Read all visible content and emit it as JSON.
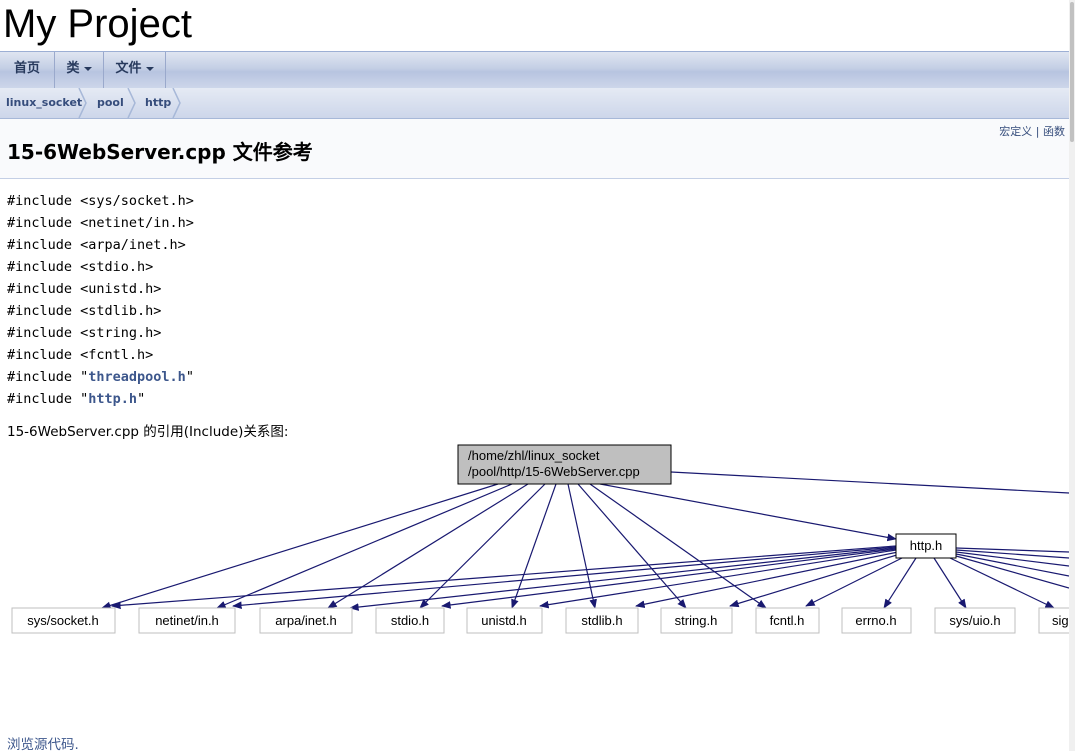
{
  "project": {
    "name": "My Project"
  },
  "navbar": {
    "items": [
      {
        "label": "首页"
      },
      {
        "label": "类"
      },
      {
        "label": "文件"
      }
    ]
  },
  "breadcrumb": [
    "linux_socket",
    "pool",
    "http"
  ],
  "summary": {
    "macros": "宏定义",
    "separator": "|",
    "functions": "函数"
  },
  "page_title": "15-6WebServer.cpp 文件参考",
  "includes": [
    {
      "prefix": "#include <sys/socket.h>",
      "link": "",
      "suffix": ""
    },
    {
      "prefix": "#include <netinet/in.h>",
      "link": "",
      "suffix": ""
    },
    {
      "prefix": "#include <arpa/inet.h>",
      "link": "",
      "suffix": ""
    },
    {
      "prefix": "#include <stdio.h>",
      "link": "",
      "suffix": ""
    },
    {
      "prefix": "#include <unistd.h>",
      "link": "",
      "suffix": ""
    },
    {
      "prefix": "#include <stdlib.h>",
      "link": "",
      "suffix": ""
    },
    {
      "prefix": "#include <string.h>",
      "link": "",
      "suffix": ""
    },
    {
      "prefix": "#include <fcntl.h>",
      "link": "",
      "suffix": ""
    },
    {
      "prefix": "#include \"",
      "link": "threadpool.h",
      "suffix": "\""
    },
    {
      "prefix": "#include \"",
      "link": "http.h",
      "suffix": "\""
    }
  ],
  "graph": {
    "caption": "15-6WebServer.cpp 的引用(Include)关系图:",
    "root_line1": "/home/zhl/linux_socket",
    "root_line2": "/pool/http/15-6WebServer.cpp",
    "http_node": "http.h",
    "leaves": [
      "sys/socket.h",
      "netinet/in.h",
      "arpa/inet.h",
      "stdio.h",
      "unistd.h",
      "stdlib.h",
      "string.h",
      "fcntl.h",
      "errno.h",
      "sys/uio.h",
      "sig"
    ]
  },
  "footer": {
    "source_link": "浏览源代码."
  },
  "colors": {
    "edge": "#191970",
    "root_fill": "#bfbfbf",
    "link": "#3d578c"
  }
}
